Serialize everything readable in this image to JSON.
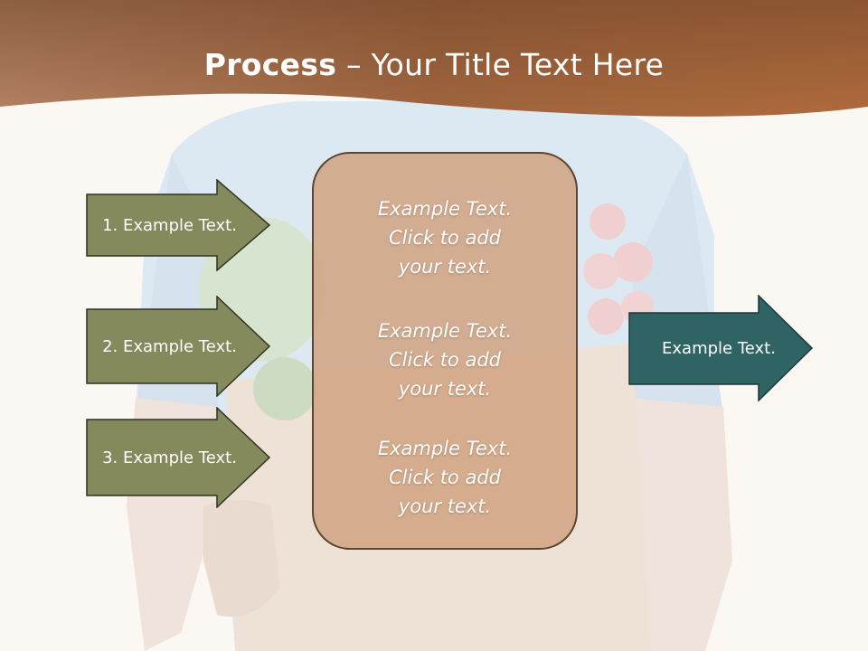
{
  "title": {
    "bold": "Process",
    "rest": " – Your Title Text Here"
  },
  "left_arrows": [
    {
      "label": "1. Example Text."
    },
    {
      "label": "2. Example Text."
    },
    {
      "label": "3. Example Text."
    }
  ],
  "center_box": {
    "paragraphs": [
      "Example Text.\nClick  to add\nyour text.",
      "Example Text.\nClick  to add\nyour text.",
      "Example Text.\nClick  to add\nyour text."
    ]
  },
  "right_arrow": {
    "label": "Example Text."
  },
  "colors": {
    "header": "#a86d45",
    "left_arrow_fill": "#858a5c",
    "right_arrow_fill": "#2f6364",
    "center_fill": "#d0a07d"
  }
}
